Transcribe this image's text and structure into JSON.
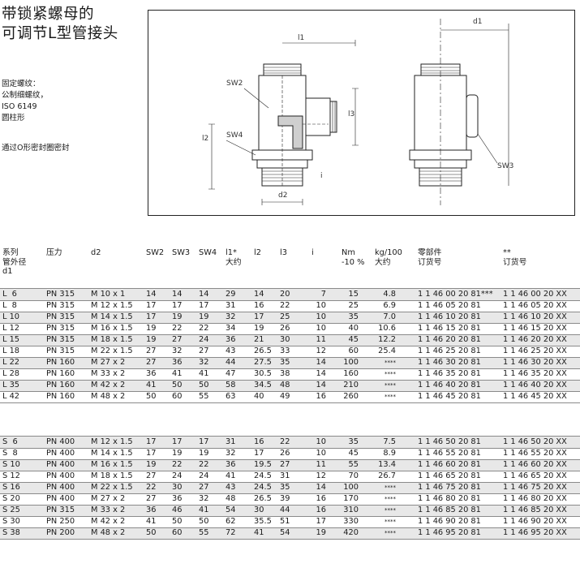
{
  "title": {
    "line1": "带锁紧螺母的",
    "line2": "可调节L型管接头"
  },
  "description": {
    "lines": [
      "固定螺纹：",
      "公制细螺纹，",
      "ISO 6149",
      "圆柱形"
    ],
    "seal": "通过O形密封圈密封"
  },
  "drawing_labels": {
    "sw2": "SW2",
    "sw4": "SW4",
    "l1": "l1",
    "l2": "l2",
    "l3": "l3",
    "i": "i",
    "d1": "d1",
    "d2": "d2",
    "sw3": "SW3"
  },
  "table": {
    "headers": {
      "series": "系列\n管外径\nd1",
      "pressure": "压力",
      "d2": "d2",
      "sw2": "SW2",
      "sw3": "SW3",
      "sw4": "SW4",
      "l1": "l1*\n大约",
      "l2": "l2",
      "l3": "l3",
      "i": "i",
      "nm": "Nm\n-10 %",
      "kg": "kg/100\n大约",
      "part": "零部件\n订货号",
      "order": "**\n订货号"
    },
    "group_l": [
      [
        "L  6",
        "PN 315",
        "M 10 x 1",
        "14",
        "14",
        "14",
        "29",
        "14",
        "20",
        "7",
        "15",
        "4.8",
        "1 1 46 00 20 81***",
        "1 1 46 00 20 XX"
      ],
      [
        "L  8",
        "PN 315",
        "M 12 x 1.5",
        "17",
        "17",
        "17",
        "31",
        "16",
        "22",
        "10",
        "25",
        "6.9",
        "1 1 46 05 20 81",
        "1 1 46 05 20 XX"
      ],
      [
        "L 10",
        "PN 315",
        "M 14 x 1.5",
        "17",
        "19",
        "19",
        "32",
        "17",
        "25",
        "10",
        "35",
        "7.0",
        "1 1 46 10 20 81",
        "1 1 46 10 20 XX"
      ],
      [
        "L 12",
        "PN 315",
        "M 16 x 1.5",
        "19",
        "22",
        "22",
        "34",
        "19",
        "26",
        "10",
        "40",
        "10.6",
        "1 1 46 15 20 81",
        "1 1 46 15 20 XX"
      ],
      [
        "L 15",
        "PN 315",
        "M 18 x 1.5",
        "19",
        "27",
        "24",
        "36",
        "21",
        "30",
        "11",
        "45",
        "12.2",
        "1 1 46 20 20 81",
        "1 1 46 20 20 XX"
      ],
      [
        "L 18",
        "PN 315",
        "M 22 x 1.5",
        "27",
        "32",
        "27",
        "43",
        "26.5",
        "33",
        "12",
        "60",
        "25.4",
        "1 1 46 25 20 81",
        "1 1 46 25 20 XX"
      ],
      [
        "L 22",
        "PN 160",
        "M 27 x 2",
        "27",
        "36",
        "32",
        "44",
        "27.5",
        "35",
        "14",
        "100",
        "****",
        "1 1 46 30 20 81",
        "1 1 46 30 20 XX"
      ],
      [
        "L 28",
        "PN 160",
        "M 33 x 2",
        "36",
        "41",
        "41",
        "47",
        "30.5",
        "38",
        "14",
        "160",
        "****",
        "1 1 46 35 20 81",
        "1 1 46 35 20 XX"
      ],
      [
        "L 35",
        "PN 160",
        "M 42 x 2",
        "41",
        "50",
        "50",
        "58",
        "34.5",
        "48",
        "14",
        "210",
        "****",
        "1 1 46 40 20 81",
        "1 1 46 40 20 XX"
      ],
      [
        "L 42",
        "PN 160",
        "M 48 x 2",
        "50",
        "60",
        "55",
        "63",
        "40",
        "49",
        "16",
        "260",
        "****",
        "1 1 46 45 20 81",
        "1 1 46 45 20 XX"
      ]
    ],
    "group_s": [
      [
        "S  6",
        "PN 400",
        "M 12 x 1.5",
        "17",
        "17",
        "17",
        "31",
        "16",
        "22",
        "10",
        "35",
        "7.5",
        "1 1 46 50 20 81",
        "1 1 46 50 20 XX"
      ],
      [
        "S  8",
        "PN 400",
        "M 14 x 1.5",
        "17",
        "19",
        "19",
        "32",
        "17",
        "26",
        "10",
        "45",
        "8.9",
        "1 1 46 55 20 81",
        "1 1 46 55 20 XX"
      ],
      [
        "S 10",
        "PN 400",
        "M 16 x 1.5",
        "19",
        "22",
        "22",
        "36",
        "19.5",
        "27",
        "11",
        "55",
        "13.4",
        "1 1 46 60 20 81",
        "1 1 46 60 20 XX"
      ],
      [
        "S 12",
        "PN 400",
        "M 18 x 1.5",
        "27",
        "24",
        "24",
        "41",
        "24.5",
        "31",
        "12",
        "70",
        "26.7",
        "1 1 46 65 20 81",
        "1 1 46 65 20 XX"
      ],
      [
        "S 16",
        "PN 400",
        "M 22 x 1.5",
        "22",
        "30",
        "27",
        "43",
        "24.5",
        "35",
        "14",
        "100",
        "****",
        "1 1 46 75 20 81",
        "1 1 46 75 20 XX"
      ],
      [
        "S 20",
        "PN 400",
        "M 27 x 2",
        "27",
        "36",
        "32",
        "48",
        "26.5",
        "39",
        "16",
        "170",
        "****",
        "1 1 46 80 20 81",
        "1 1 46 80 20 XX"
      ],
      [
        "S 25",
        "PN 315",
        "M 33 x 2",
        "36",
        "46",
        "41",
        "54",
        "30",
        "44",
        "16",
        "310",
        "****",
        "1 1 46 85 20 81",
        "1 1 46 85 20 XX"
      ],
      [
        "S 30",
        "PN 250",
        "M 42 x 2",
        "41",
        "50",
        "50",
        "62",
        "35.5",
        "51",
        "17",
        "330",
        "****",
        "1 1 46 90 20 81",
        "1 1 46 90 20 XX"
      ],
      [
        "S 38",
        "PN 200",
        "M 48 x 2",
        "50",
        "60",
        "55",
        "72",
        "41",
        "54",
        "19",
        "420",
        "****",
        "1 1 46 95 20 81",
        "1 1 46 95 20 XX"
      ]
    ]
  }
}
